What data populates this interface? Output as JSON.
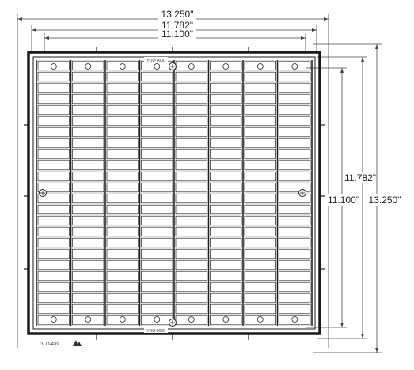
{
  "dimensions": {
    "top_outer": "13.250\"",
    "top_middle": "11.782\"",
    "top_inner": "11.100\"",
    "right_outer": "13.250\"",
    "right_middle": "11.782\"",
    "right_inner": "11.100\""
  },
  "grate": {
    "top_label": "YOU-0000",
    "bottom_label": "YOU-0000",
    "part_number": "GLO-439",
    "rows": 24,
    "columns": 8
  },
  "colors": {
    "line": "#222222",
    "frame": "#1a1a1a",
    "dim_line": "#444444"
  }
}
